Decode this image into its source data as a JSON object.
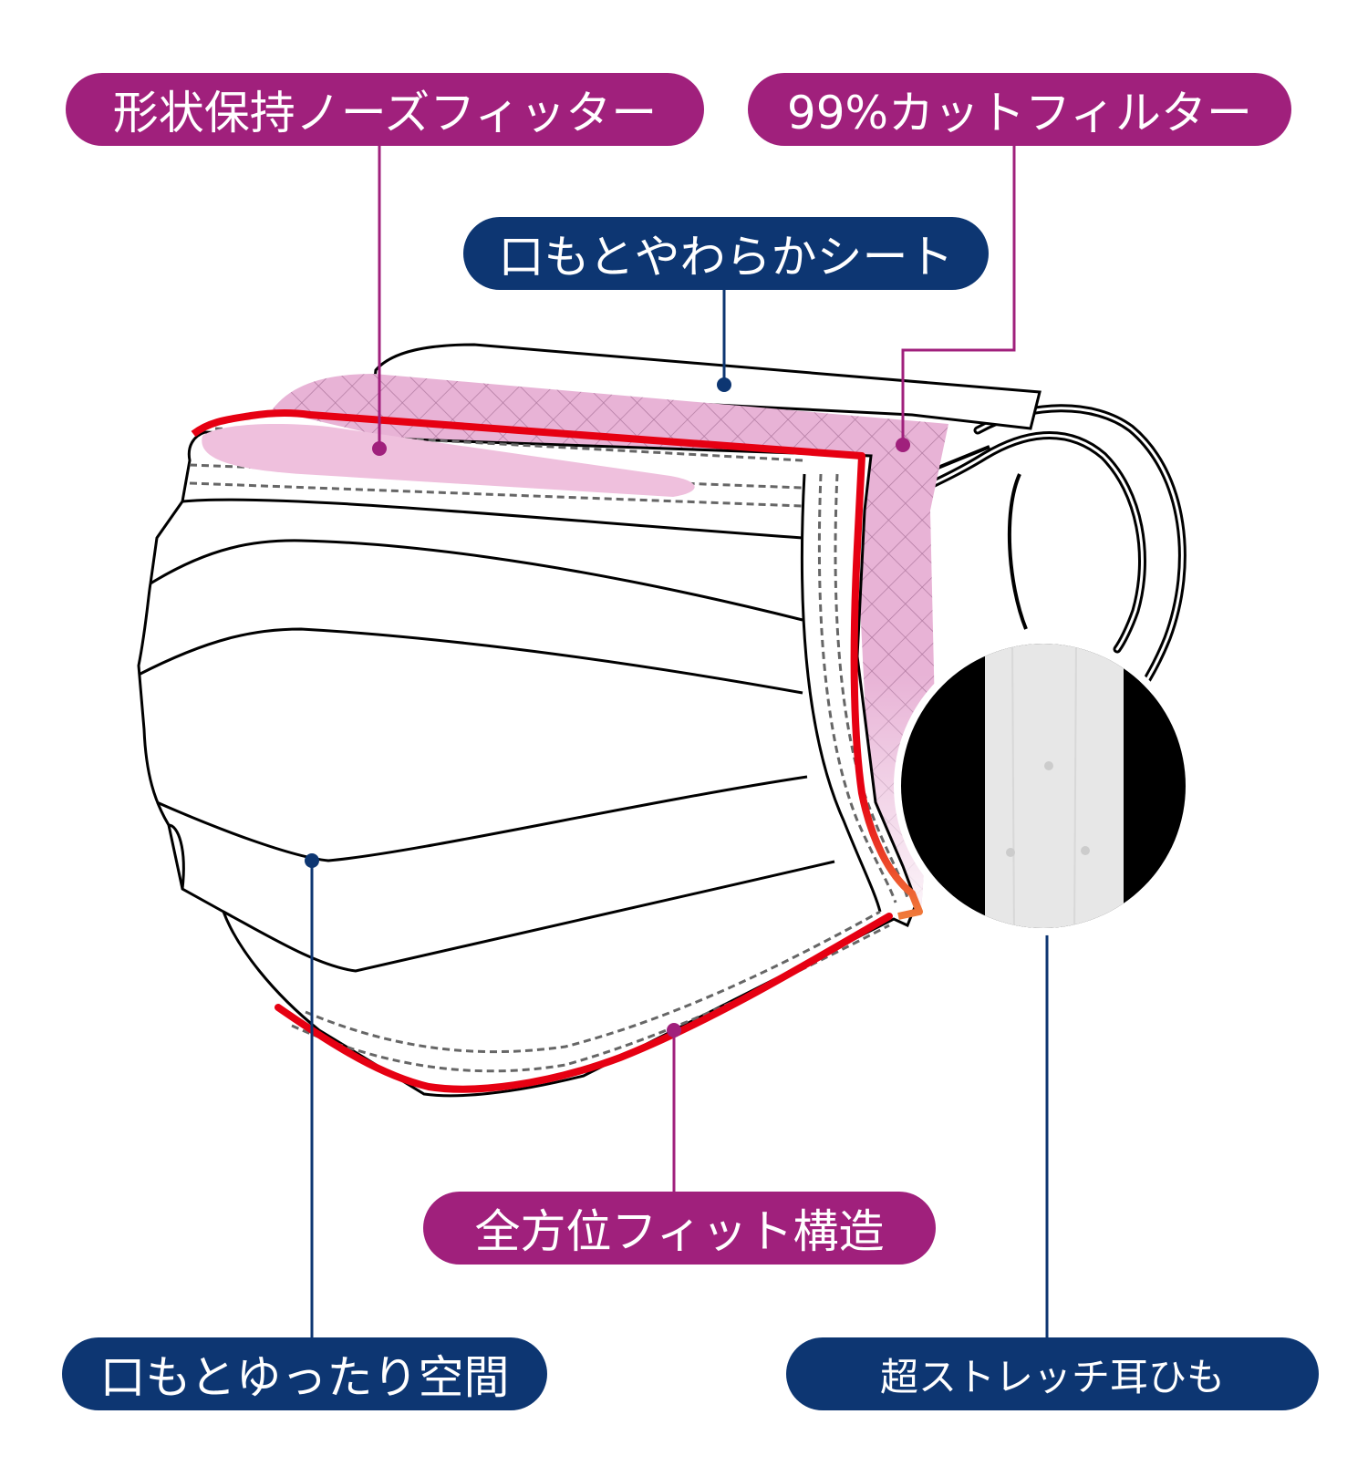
{
  "labels": {
    "nose_fitter": "形状保持ノーズフィッター",
    "filter": "99%カットフィルター",
    "soft_sheet": "口もとやわらかシート",
    "all_fit": "全方位フィット構造",
    "mouth_space": "口もとゆったり空間",
    "ear_loop": "超ストレッチ耳ひも"
  },
  "colors": {
    "magenta": "#a0207c",
    "navy": "#0d3672",
    "red_edge": "#e60012",
    "filter_pink": "#e3a9d1",
    "nose_pink": "#efc0dd"
  }
}
